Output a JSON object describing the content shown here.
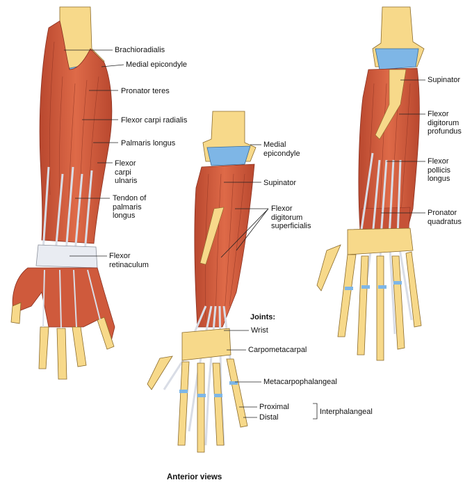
{
  "labels": {
    "brachioradialis": "Brachioradialis",
    "medial_epicondyle_1": "Medial epicondyle",
    "pronator_teres": "Pronator teres",
    "flexor_carpi_radialis": "Flexor carpi radialis",
    "palmaris_longus": "Palmaris longus",
    "flexor_carpi_ulnaris": [
      "Flexor",
      "carpi",
      "ulnaris"
    ],
    "tendon_palmaris_longus": [
      "Tendon of",
      "palmaris",
      "longus"
    ],
    "flexor_retinaculum": [
      "Flexor",
      "retinaculum"
    ],
    "medial_epicondyle_2": [
      "Medial",
      "epicondyle"
    ],
    "supinator_2": "Supinator",
    "flexor_digitorum_superficialis": [
      "Flexor",
      "digitorum",
      "superficialis"
    ],
    "joints_heading": "Joints:",
    "wrist": "Wrist",
    "carpometacarpal": "Carpometacarpal",
    "metacarpophalangeal": "Metacarpophalangeal",
    "proximal": "Proximal",
    "distal": "Distal",
    "interphalangeal": "Interphalangeal",
    "supinator_3": "Supinator",
    "flexor_digitorum_profundus": [
      "Flexor",
      "digitorum",
      "profundus"
    ],
    "flexor_pollicis_longus": [
      "Flexor",
      "pollicis",
      "longus"
    ],
    "pronator_quadratus": [
      "Pronator",
      "quadratus"
    ]
  },
  "caption": "Anterior views",
  "colors": {
    "muscle": "#cf5a3c",
    "muscle_dark": "#a8402a",
    "bone": "#f7d98a",
    "tendon": "#d9dde6",
    "cartilage": "#7eb6e6"
  }
}
